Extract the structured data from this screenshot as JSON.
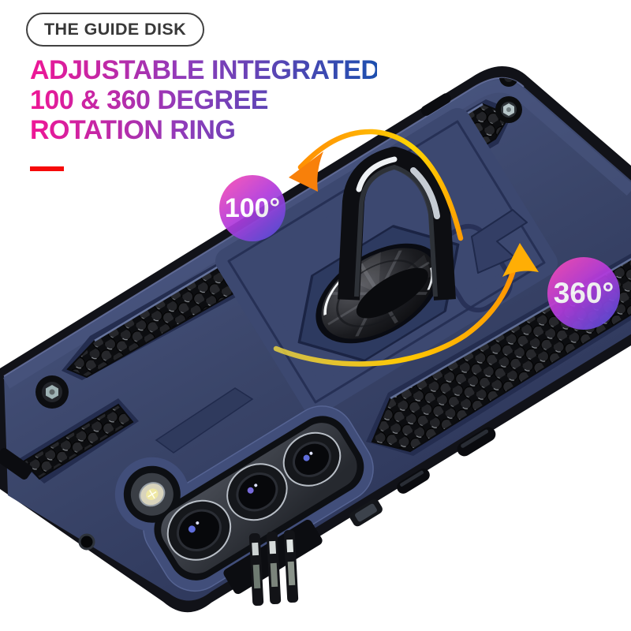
{
  "page": {
    "background": "#ffffff"
  },
  "badge_pill": {
    "label": "THE GUIDE DISK",
    "text_color": "#383838",
    "border_color": "#414141"
  },
  "headline": {
    "lines": [
      "ADJUSTABLE INTEGRATED",
      "100 & 360 DEGREE",
      "ROTATION RING"
    ],
    "gradient": [
      "#ef1695",
      "#8e3cba",
      "#1d4fae"
    ]
  },
  "underline": {
    "color": "#f60a0a"
  },
  "callouts": {
    "tilt": {
      "label": "100°",
      "gradient": [
        "#f84cb4",
        "#b23bdc",
        "#4850d8"
      ]
    },
    "spin": {
      "label": "360°",
      "gradient": [
        "#f84cb4",
        "#b23bdc",
        "#4850d8"
      ]
    }
  },
  "illustration": {
    "description": "Navy rugged phone case with ring kickstand, honeycomb armor panels and triple-lens camera cutout",
    "case_color": "#3a4569",
    "rim_color": "#111218",
    "ring_color": "#0d0e12",
    "arrow_colors": [
      "#ffd503",
      "#ff8c03"
    ],
    "icons": [
      "rotate-left-arrow-icon",
      "rotate-up-arrow-icon",
      "kickstand-ring-icon"
    ]
  }
}
